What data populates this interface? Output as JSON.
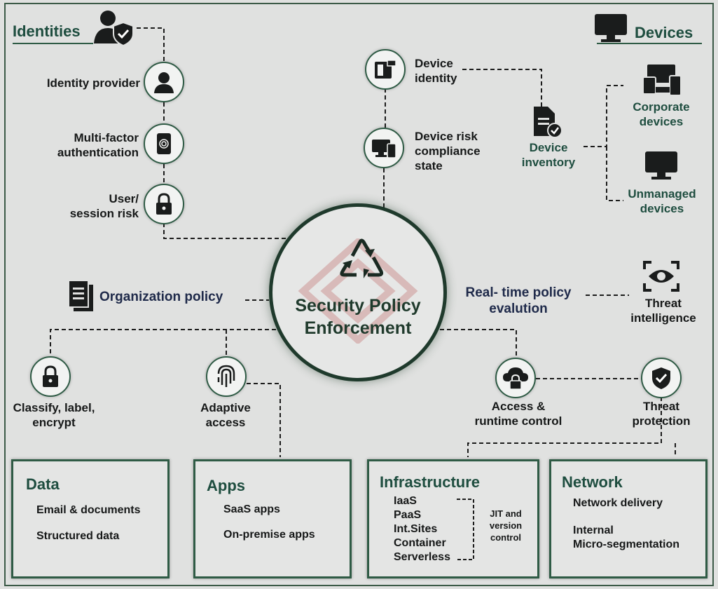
{
  "identities": {
    "title": "Identities",
    "items": [
      "Identity provider",
      "Multi-factor",
      "authentication",
      "User/",
      "session risk"
    ]
  },
  "devices": {
    "title": "Devices",
    "device_identity": [
      "Device",
      "identity"
    ],
    "device_risk": [
      "Device risk",
      "compliance",
      "state"
    ],
    "inventory": [
      "Device",
      "inventory"
    ],
    "corporate": [
      "Corporate",
      "devices"
    ],
    "unmanaged": [
      "Unmanaged",
      "devices"
    ]
  },
  "center": {
    "line1": "Security Policy",
    "line2": "Enforcement"
  },
  "org_policy": "Organization policy",
  "realtime": [
    "Real- time policy",
    "evalution"
  ],
  "threat_intel": [
    "Threat",
    "intelligence"
  ],
  "classify": [
    "Classify, label,",
    "encrypt"
  ],
  "adaptive": [
    "Adaptive",
    "access"
  ],
  "access_runtime": [
    "Access &",
    "runtime control"
  ],
  "threat_protection": [
    "Threat",
    "protection"
  ],
  "data_box": {
    "title": "Data",
    "items": [
      "Email & documents",
      "Structured data"
    ]
  },
  "apps_box": {
    "title": "Apps",
    "items": [
      "SaaS apps",
      "On-premise apps"
    ]
  },
  "infra_box": {
    "title": "Infrastructure",
    "items": [
      "IaaS",
      "PaaS",
      "Int.Sites",
      "Container",
      "Serverless"
    ],
    "side": [
      "JIT and",
      "version",
      "control"
    ]
  },
  "network_box": {
    "title": "Network",
    "items": [
      "Network delivery",
      "Internal",
      "Micro-segmentation"
    ]
  },
  "colors": {
    "accent": "#1e4d3f",
    "navy": "#1f2a4a",
    "border": "#2f5b45"
  }
}
